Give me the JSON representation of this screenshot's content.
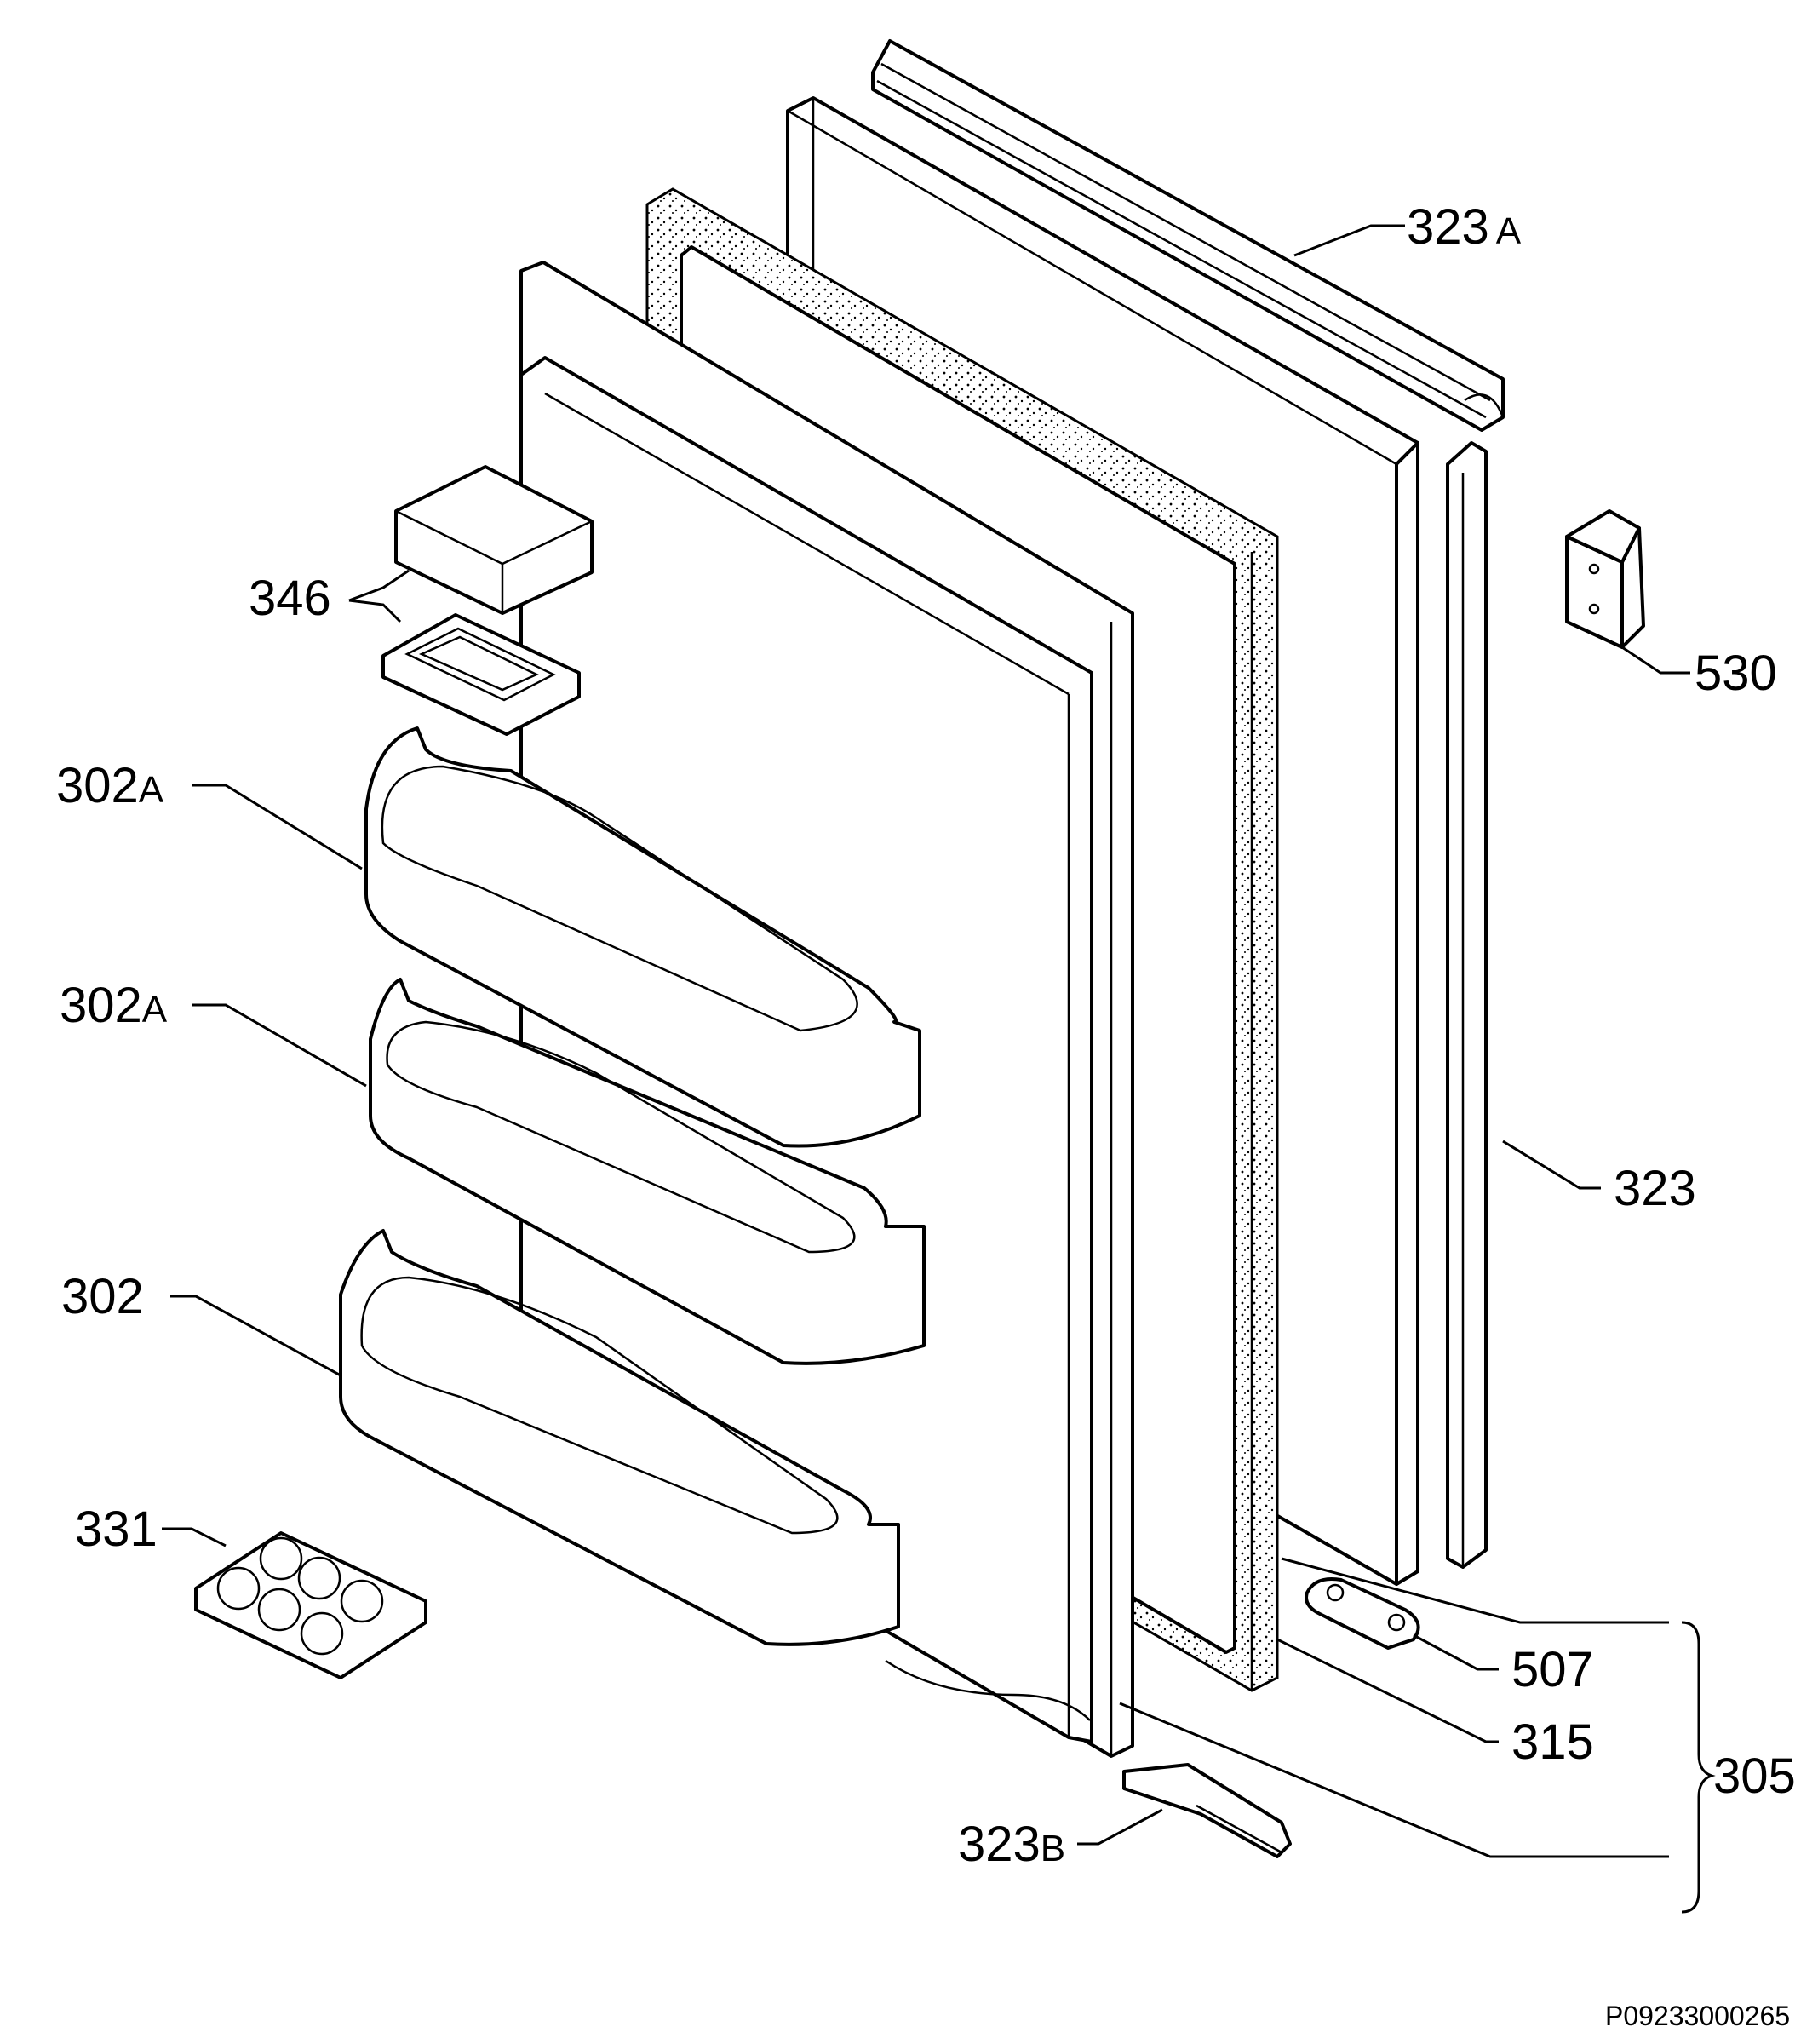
{
  "diagram": {
    "code": "P09233000265",
    "labels": [
      {
        "id": "l323a",
        "num": "323",
        "suffix": "A"
      },
      {
        "id": "l530",
        "num": "530",
        "suffix": ""
      },
      {
        "id": "l346",
        "num": "346",
        "suffix": ""
      },
      {
        "id": "l302a1",
        "num": "302",
        "suffix": "A"
      },
      {
        "id": "l302a2",
        "num": "302",
        "suffix": "A"
      },
      {
        "id": "l302",
        "num": "302",
        "suffix": ""
      },
      {
        "id": "l323",
        "num": "323",
        "suffix": ""
      },
      {
        "id": "l331",
        "num": "331",
        "suffix": ""
      },
      {
        "id": "l507",
        "num": "507",
        "suffix": ""
      },
      {
        "id": "l315",
        "num": "315",
        "suffix": ""
      },
      {
        "id": "l305",
        "num": "305",
        "suffix": ""
      },
      {
        "id": "l323b",
        "num": "323",
        "suffix": "B"
      }
    ]
  }
}
